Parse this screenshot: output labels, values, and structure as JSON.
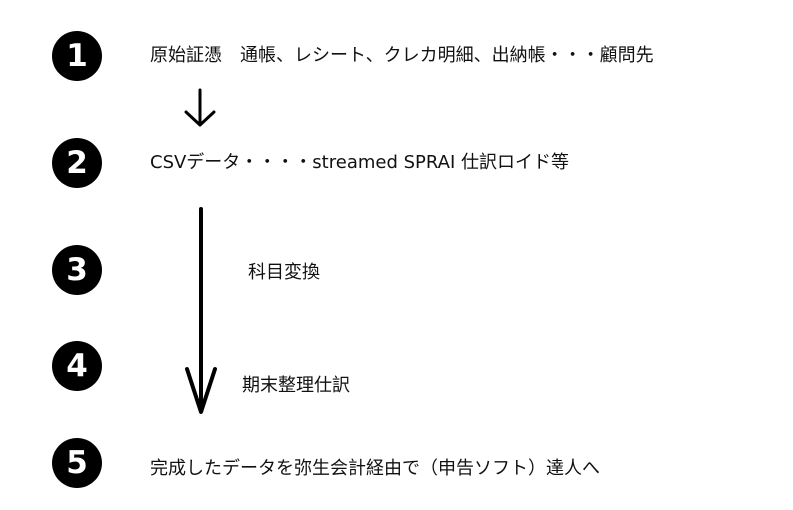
{
  "steps": [
    {
      "number": "1",
      "text": "原始証憑　通帳、レシート、クレカ明細、出納帳・・・顧問先"
    },
    {
      "number": "2",
      "text": "CSVデータ・・・・streamed SPRAI 仕訳ロイド等"
    },
    {
      "number": "3",
      "text": ""
    },
    {
      "number": "4",
      "text": ""
    },
    {
      "number": "5",
      "text": "完成したデータを弥生会計経由で（申告ソフト）達人へ"
    }
  ],
  "labels": {
    "account_conversion": "科目変換",
    "closing_entries": "期末整理仕訳"
  }
}
